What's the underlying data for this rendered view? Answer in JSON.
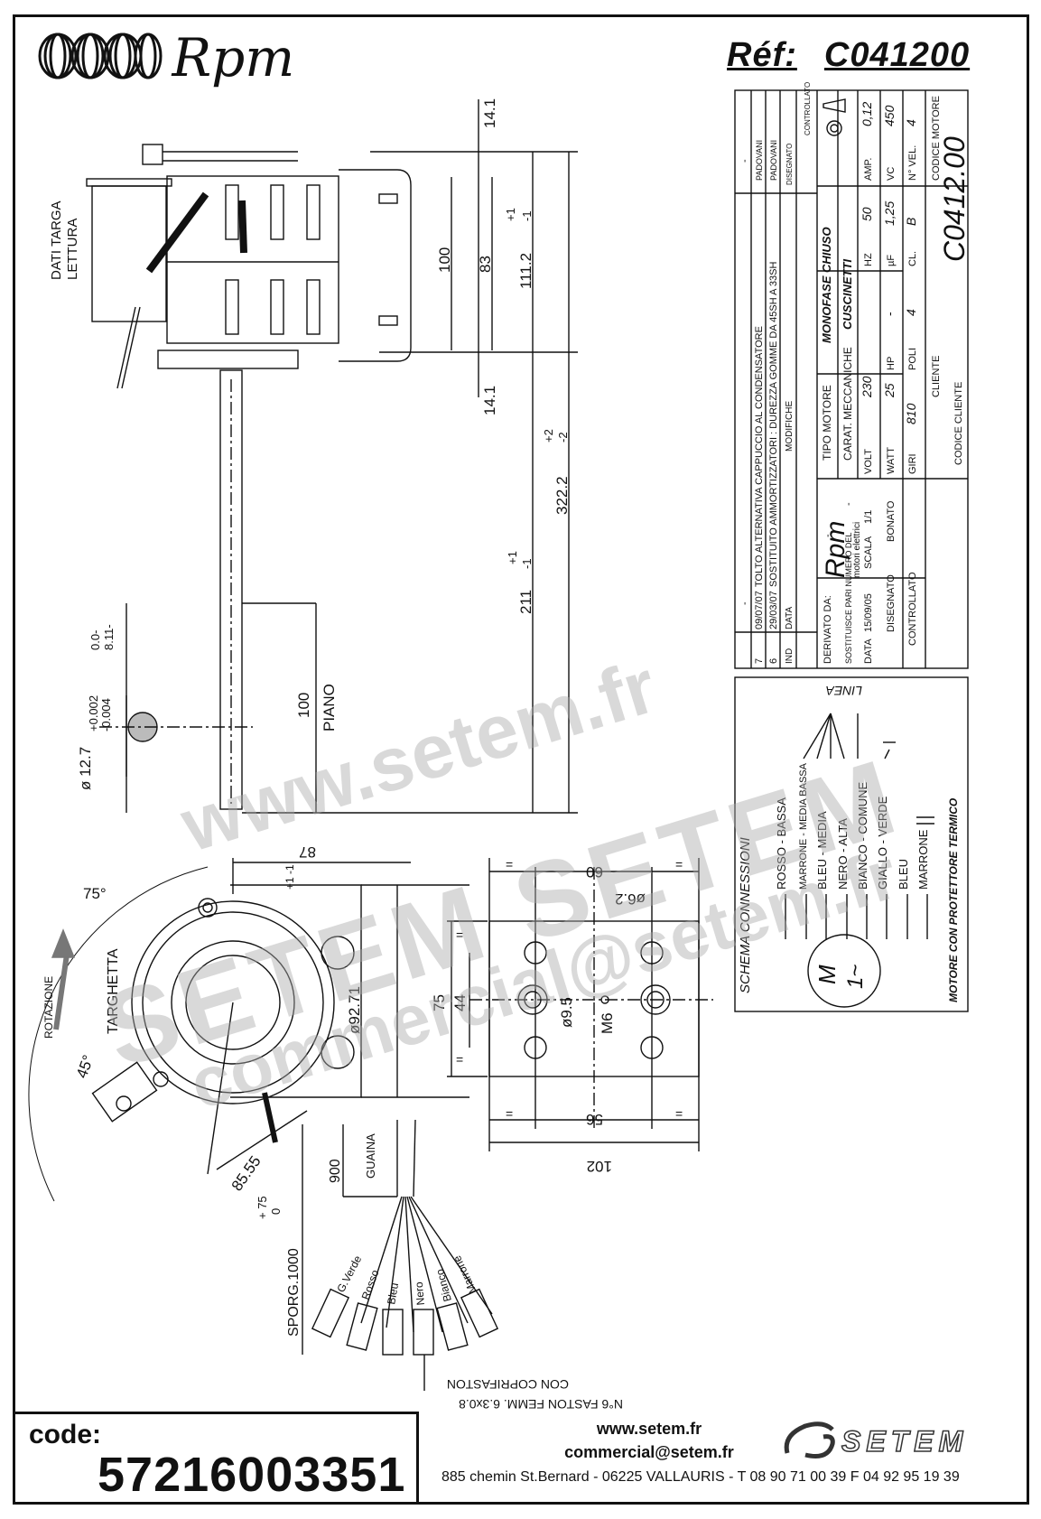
{
  "header": {
    "brand": "Rpm",
    "ref_label": "Réf:",
    "ref_code": "C041200"
  },
  "drawing": {
    "dati_targa": "DATI TARGA",
    "lettura": "LETTURA",
    "dims_vertical": [
      "14.1",
      "100",
      "83",
      "111.2",
      "+1",
      "-1",
      "14.1",
      "+2",
      "322.2",
      "-2",
      "+1",
      "211",
      "-1"
    ],
    "shaft_tol_upper": "0.0-",
    "shaft_tol_lower": "8.11-",
    "shaft_tol2_upper": "+0.002",
    "shaft_tol2_lower": "-0.004",
    "shaft_diameter": "ø 12.7",
    "piano_value": "100",
    "piano_label": "PIANO",
    "angle_75": "75°",
    "angle_45": "45°",
    "rotazione": "ROTAZIONE",
    "targhetta": "TARGHETTA",
    "dim_87": "87",
    "dim_87_tol": "+1 -1",
    "dim_92_71": "ø92.71",
    "dim_75": "75",
    "dim_44": "44",
    "dim_60": "60",
    "dim_6_2": "ø6.2",
    "dim_9_5": "ø9.5",
    "dim_m6": "M6",
    "dim_56": "56",
    "dim_102": "102",
    "dim_85_55": "85.55",
    "dim_900": "900",
    "guaina": "GUAINA",
    "sporg": "SPORG.1000",
    "sporg_tol_upper": "+ 75",
    "sporg_tol_lower": "0",
    "eq": "=",
    "wires": [
      "G.Verde",
      "Rosso",
      "Bleu",
      "Nero",
      "Bianco",
      "Marrone"
    ],
    "faston_1": "N°6 FASTON FEMM. 6.3x0.8",
    "faston_2": "CON COPRIFASTON"
  },
  "title_block": {
    "revisions": [
      {
        "n": "7",
        "date": "09/07/07",
        "desc": "TOLTO ALTERNATIVA CAPPUCCIO AL CONDENSATORE",
        "by": "PADOVANI"
      },
      {
        "n": "6",
        "date": "29/03/07",
        "desc": "SOSTITUITO AMMORTIZZATORI : DUREZZA GOMME DA 45SH A 33SH",
        "by": "PADOVANI"
      }
    ],
    "rev_header": [
      "IND",
      "DATA",
      "MODIFICHE",
      "DISEGNATO",
      "CONTROLLATO"
    ],
    "dash": "-",
    "tipo_motore_label": "TIPO MOTORE",
    "tipo_motore": "MONOFASE CHIUSO",
    "carat_label": "CARAT. MECCANICHE",
    "carat": "CUSCINETTI",
    "volt_label": "VOLT",
    "volt": "230",
    "hz_label": "HZ",
    "hz": "50",
    "amp_label": "AMP.",
    "amp": "0,12",
    "watt_label": "WATT",
    "watt": "25",
    "hp_label": "HP",
    "hp": "-",
    "uf_label": "µF",
    "uf": "1,25",
    "vc_label": "VC",
    "vc": "450",
    "giri_label": "GIRI",
    "giri": "810",
    "poli_label": "POLI",
    "poli": "4",
    "cl_label": "CL.",
    "cl": "B",
    "nvel_label": "N° VEL.",
    "nvel": "4",
    "cliente_label": "CLIENTE",
    "codice_cliente_label": "CODICE CLIENTE",
    "codice_motore_label": "CODICE MOTORE",
    "codice_motore": "C0412.00",
    "company": "Rpm",
    "company_sub": "motori elettrici",
    "derivato_label": "DERIVATO DA:",
    "sostituisce_label": "SOSTITUISCE PARI NUMERO DEL",
    "data_label": "DATA",
    "data": "15/09/05",
    "scala_label": "SCALA",
    "scala": "1/1",
    "disegnato_label": "DISEGNATO",
    "disegnato_by": "BONATO",
    "controllato_label": "CONTROLLATO"
  },
  "schema": {
    "title": "SCHEMA CONNESSIONI",
    "linea": "LINEA",
    "connections": [
      "ROSSO - BASSA",
      "MARRONE - MEDIA BASSA",
      "BLEU - MEDIA",
      "NERO - ALTA",
      "BIANCO - COMUNE",
      "GIALLO - VERDE",
      "BLEU",
      "MARRONE"
    ],
    "motor_label": "M",
    "motor_phase": "1~",
    "protettore": "MOTORE CON PROTETTORE TERMICO"
  },
  "watermark": {
    "line1": "www.setem.fr",
    "line2": "SETEM SETEM",
    "line3": "commercial@setem.fr"
  },
  "footer": {
    "code_label": "code:",
    "code_value": "57216003351",
    "website": "www.setem.fr",
    "email": "commercial@setem.fr",
    "address": "885 chemin St.Bernard  -  06225 VALLAURIS  -  T 08 90 71 00 39   F 04 92 95 19 39",
    "setem_logo": "SETEM"
  }
}
